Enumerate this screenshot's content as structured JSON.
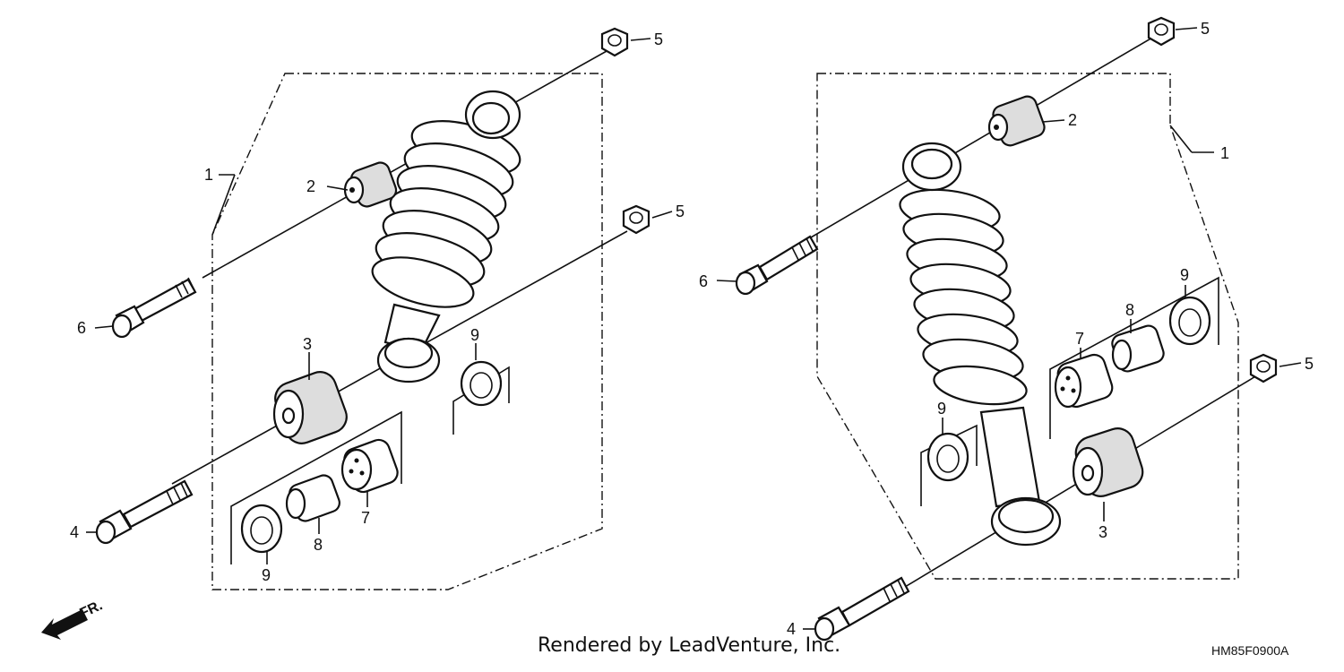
{
  "callouts": {
    "left": {
      "shock_assembly": "1",
      "upper_bushing": "2",
      "lower_bushing": "3",
      "lower_bolt": "4",
      "upper_nut": "5",
      "lower_nut": "5",
      "upper_bolt": "6",
      "dust_seal_inner": "7",
      "collar": "8",
      "seal_bottom": "9",
      "seal_right": "9"
    },
    "right": {
      "shock_assembly": "1",
      "upper_bushing": "2",
      "lower_bushing": "3",
      "lower_bolt": "4",
      "upper_nut": "5",
      "lower_nut": "5",
      "upper_bolt": "6",
      "dust_seal_inner": "7",
      "collar": "8",
      "seal_top": "9",
      "seal_left": "9"
    }
  },
  "direction": {
    "label": "FR."
  },
  "footer": {
    "credit": "Rendered by LeadVenture, Inc.",
    "diagram_code": "HM85F0900A"
  }
}
